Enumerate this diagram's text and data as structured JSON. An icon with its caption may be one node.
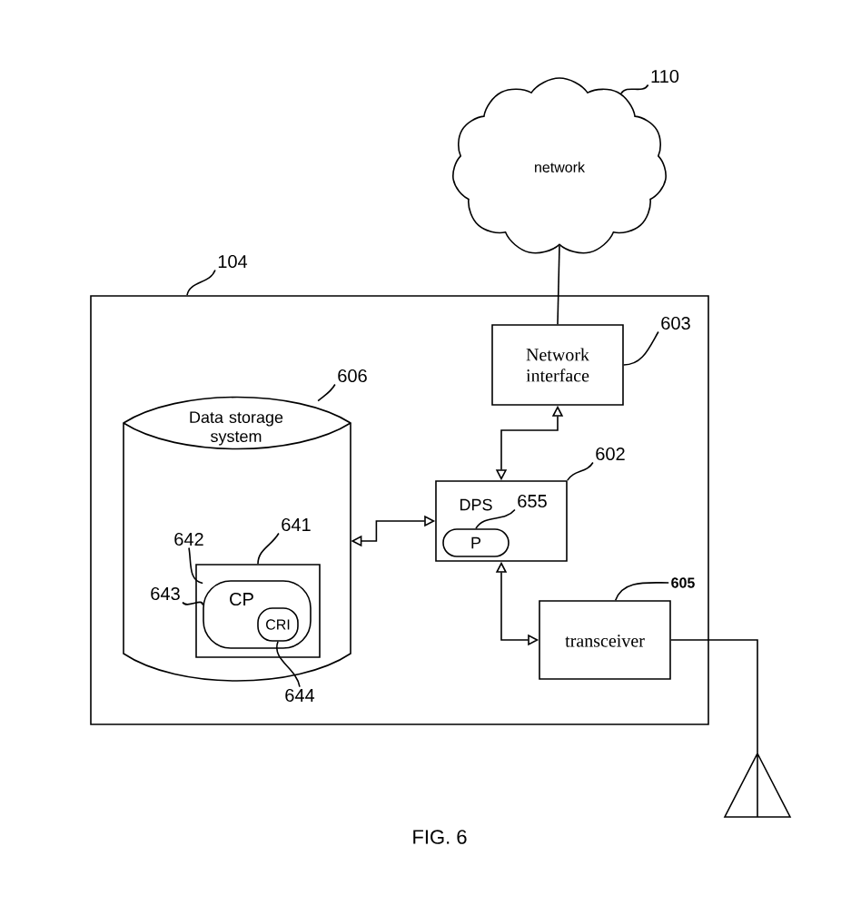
{
  "diagram": {
    "caption": "FIG. 6",
    "nodes": [
      {
        "text": [
          "network"
        ]
      },
      {
        "text": [],
        "shape": "box"
      },
      {
        "text": [
          "Network interface"
        ],
        "in": 1
      },
      {
        "text": [
          "Data storage system"
        ],
        "in": 1
      },
      {
        "text": [
          "DPS"
        ],
        "in": 1
      },
      {
        "text": [
          "P"
        ],
        "in": 4
      },
      {
        "text": [],
        "shape": "box",
        "in": 3
      },
      {
        "text": [
          "CP"
        ],
        "in": 6
      },
      {
        "text": [
          "CRI"
        ],
        "in": 7
      },
      {
        "text": [
          "transceiver"
        ],
        "in": 1
      },
      {
        "text": [],
        "shape": "triangle"
      },
      {
        "text": [
          "110"
        ]
      },
      {
        "text": [
          "104"
        ]
      },
      {
        "text": [
          "603"
        ],
        "in": 1
      },
      {
        "text": [
          "606"
        ],
        "in": 1
      },
      {
        "text": [
          "602"
        ],
        "in": 1
      },
      {
        "text": [
          "655"
        ],
        "in": 4
      },
      {
        "text": [
          "641"
        ],
        "in": 3
      },
      {
        "text": [
          "642"
        ],
        "in": 3
      },
      {
        "text": [
          "643"
        ],
        "in": 3
      },
      {
        "text": [
          "644"
        ],
        "in": 1
      },
      {
        "text": [
          "605"
        ],
        "in": 1
      }
    ],
    "edges": [
      {
        "from": 0,
        "to": 2,
        "arrow": "none"
      },
      {
        "from": 2,
        "to": 4,
        "arrow": "both"
      },
      {
        "from": 3,
        "to": 4,
        "arrow": "both"
      },
      {
        "from": 4,
        "to": 9,
        "arrow": "both"
      },
      {
        "from": 9,
        "to": 10,
        "arrow": "none"
      },
      {
        "from": 11,
        "to": 0,
        "arrow": "none"
      },
      {
        "from": 12,
        "to": 1,
        "arrow": "none"
      },
      {
        "from": 13,
        "to": 2,
        "arrow": "none"
      },
      {
        "from": 14,
        "to": 3,
        "arrow": "none"
      },
      {
        "from": 15,
        "to": 4,
        "arrow": "none"
      },
      {
        "from": 16,
        "to": 5,
        "arrow": "none"
      },
      {
        "from": 17,
        "to": 6,
        "arrow": "none"
      },
      {
        "from": 18,
        "to": 7,
        "arrow": "none"
      },
      {
        "from": 19,
        "to": 7,
        "arrow": "none"
      },
      {
        "from": 20,
        "to": 8,
        "arrow": "none"
      },
      {
        "from": 21,
        "to": 9,
        "arrow": "none"
      }
    ]
  }
}
